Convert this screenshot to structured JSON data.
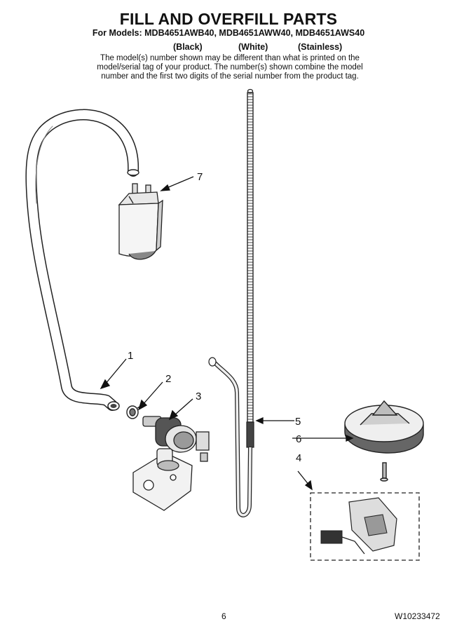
{
  "header": {
    "title": "FILL AND OVERFILL PARTS",
    "models_line": "For Models: MDB4651AWB40, MDB4651AWW40, MDB4651AWS40",
    "variants": [
      "(Black)",
      "(White)",
      "(Stainless)"
    ],
    "note": "The model(s) number shown may be different than what is printed on the model/serial tag of your product. The number(s) shown combine the model number and the first two digits of the serial number from the product tag."
  },
  "callouts": [
    "1",
    "2",
    "3",
    "4",
    "5",
    "6",
    "7"
  ],
  "footer": {
    "page_number": "6",
    "document_number": "W10233472"
  }
}
